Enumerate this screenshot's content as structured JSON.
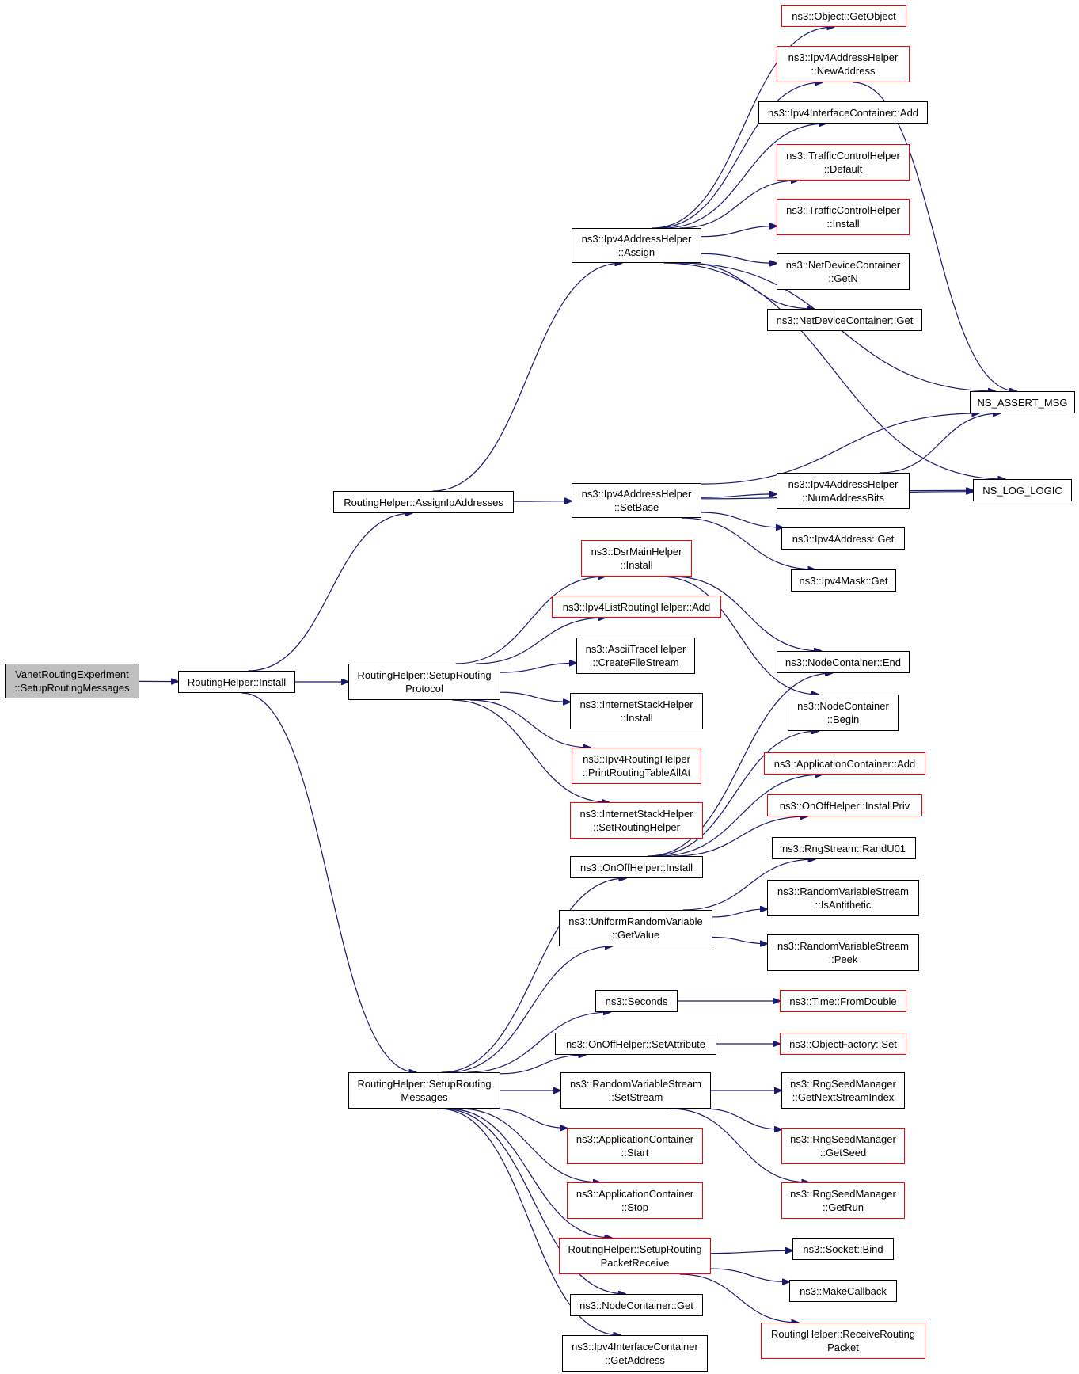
{
  "colors": {
    "edge": "#191970",
    "node_border": "#000000",
    "incomplete_border": "#ff0000",
    "root_fill": "#bfbfbf"
  },
  "nodes": {
    "root": [
      "VanetRoutingExperiment",
      "::SetupRoutingMessages"
    ],
    "rh_install": [
      "RoutingHelper::Install"
    ],
    "rh_assign_ip": [
      "RoutingHelper::AssignIpAddresses"
    ],
    "rh_setup_proto": [
      "RoutingHelper::SetupRouting",
      "Protocol"
    ],
    "rh_setup_msgs": [
      "RoutingHelper::SetupRouting",
      "Messages"
    ],
    "ipv4_assign": [
      "ns3::Ipv4AddressHelper",
      "::Assign"
    ],
    "ipv4_setbase": [
      "ns3::Ipv4AddressHelper",
      "::SetBase"
    ],
    "object_getobject": [
      "ns3::Object::GetObject"
    ],
    "ipv4_newaddress": [
      "ns3::Ipv4AddressHelper",
      "::NewAddress"
    ],
    "ipv4ic_add": [
      "ns3::Ipv4InterfaceContainer::Add"
    ],
    "tch_default": [
      "ns3::TrafficControlHelper",
      "::Default"
    ],
    "tch_install": [
      "ns3::TrafficControlHelper",
      "::Install"
    ],
    "ndc_getn": [
      "ns3::NetDeviceContainer",
      "::GetN"
    ],
    "ndc_get": [
      "ns3::NetDeviceContainer::Get"
    ],
    "ns_assert_msg": [
      "NS_ASSERT_MSG"
    ],
    "ns_log_logic": [
      "NS_LOG_LOGIC"
    ],
    "ipv4_numaddrbits": [
      "ns3::Ipv4AddressHelper",
      "::NumAddressBits"
    ],
    "ipv4address_get": [
      "ns3::Ipv4Address::Get"
    ],
    "ipv4mask_get": [
      "ns3::Ipv4Mask::Get"
    ],
    "dsr_install": [
      "ns3::DsrMainHelper",
      "::Install"
    ],
    "ipv4list_add": [
      "ns3::Ipv4ListRoutingHelper::Add"
    ],
    "ascii_createfile": [
      "ns3::AsciiTraceHelper",
      "::CreateFileStream"
    ],
    "ish_install": [
      "ns3::InternetStackHelper",
      "::Install"
    ],
    "ipv4rh_print": [
      "ns3::Ipv4RoutingHelper",
      "::PrintRoutingTableAllAt"
    ],
    "ish_setrouting": [
      "ns3::InternetStackHelper",
      "::SetRoutingHelper"
    ],
    "nc_end": [
      "ns3::NodeContainer::End"
    ],
    "nc_begin": [
      "ns3::NodeContainer",
      "::Begin"
    ],
    "appc_add": [
      "ns3::ApplicationContainer::Add"
    ],
    "onoff_installpriv": [
      "ns3::OnOffHelper::InstallPriv"
    ],
    "onoff_install": [
      "ns3::OnOffHelper::Install"
    ],
    "rng_randu01": [
      "ns3::RngStream::RandU01"
    ],
    "rvs_isantithetic": [
      "ns3::RandomVariableStream",
      "::IsAntithetic"
    ],
    "urv_getvalue": [
      "ns3::UniformRandomVariable",
      "::GetValue"
    ],
    "rvs_peek": [
      "ns3::RandomVariableStream",
      "::Peek"
    ],
    "seconds": [
      "ns3::Seconds"
    ],
    "time_fromdouble": [
      "ns3::Time::FromDouble"
    ],
    "onoff_setattr": [
      "ns3::OnOffHelper::SetAttribute"
    ],
    "objfactory_set": [
      "ns3::ObjectFactory::Set"
    ],
    "rvs_setstream": [
      "ns3::RandomVariableStream",
      "::SetStream"
    ],
    "rsm_getnextstream": [
      "ns3::RngSeedManager",
      "::GetNextStreamIndex"
    ],
    "appc_start": [
      "ns3::ApplicationContainer",
      "::Start"
    ],
    "rsm_getseed": [
      "ns3::RngSeedManager",
      "::GetSeed"
    ],
    "appc_stop": [
      "ns3::ApplicationContainer",
      "::Stop"
    ],
    "rsm_getrun": [
      "ns3::RngSeedManager",
      "::GetRun"
    ],
    "rh_setup_pkt_recv": [
      "RoutingHelper::SetupRouting",
      "PacketReceive"
    ],
    "socket_bind": [
      "ns3::Socket::Bind"
    ],
    "makecallback": [
      "ns3::MakeCallback"
    ],
    "nc_get": [
      "ns3::NodeContainer::Get"
    ],
    "rh_receive_pkt": [
      "RoutingHelper::ReceiveRouting",
      "Packet"
    ],
    "ipv4ic_getaddress": [
      "ns3::Ipv4InterfaceContainer",
      "::GetAddress"
    ]
  }
}
